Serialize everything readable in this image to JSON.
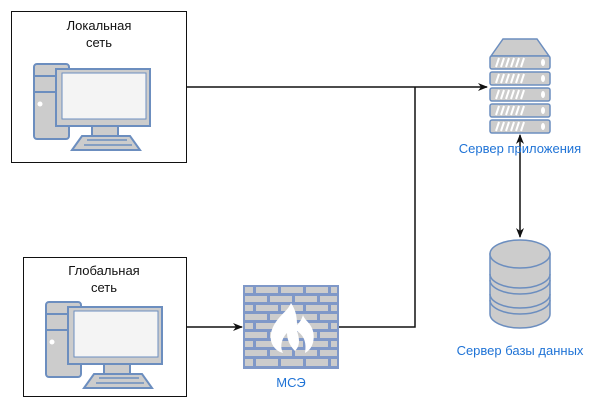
{
  "diagram": {
    "nodes": {
      "local_network": {
        "label": "Локальная\nсеть",
        "icon": "desktop-computer-icon"
      },
      "global_network": {
        "label": "Глобальная\nсеть",
        "icon": "desktop-computer-icon"
      },
      "firewall": {
        "label": "МСЭ",
        "icon": "firewall-icon"
      },
      "app_server": {
        "label": "Сервер приложения",
        "icon": "server-rack-icon"
      },
      "db_server": {
        "label": "Сервер базы данных",
        "icon": "database-icon"
      }
    },
    "edges": [
      {
        "from": "local_network",
        "to": "app_server",
        "arrow": "end"
      },
      {
        "from": "global_network",
        "to": "firewall",
        "arrow": "end"
      },
      {
        "from": "firewall",
        "to": "app_server",
        "arrow": "end"
      },
      {
        "from": "app_server",
        "to": "db_server",
        "arrow": "both"
      }
    ],
    "colors": {
      "icon_stroke": "#6c8ebf",
      "icon_fill": "#cccccc",
      "label_blue": "#1f73d6",
      "line": "#111111"
    }
  }
}
